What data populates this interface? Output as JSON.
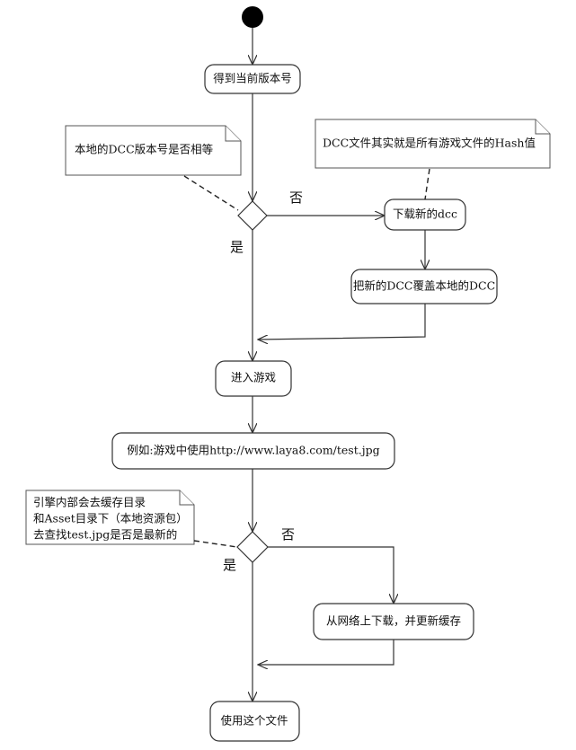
{
  "nodes": {
    "get_version": "得到当前版本号",
    "download_dcc": "下载新的dcc",
    "overwrite_dcc": "把新的DCC覆盖本地的DCC",
    "enter_game": "进入游戏",
    "example": "例如:游戏中使用http://www.laya8.com/test.jpg",
    "download_network": "从网络上下载，并更新缓存",
    "use_file": "使用这个文件"
  },
  "notes": {
    "compare": "本地的DCC版本号是否相等",
    "dcc_hash": "DCC文件其实就是所有游戏文件的Hash值",
    "cache_lines": [
      "引擎内部会去缓存目录",
      "和Asset目录下（本地资源包）",
      "去查找test.jpg是否是最新的"
    ]
  },
  "branches": {
    "no_1": "否",
    "yes_1": "是",
    "no_2": "否",
    "yes_2": "是"
  }
}
